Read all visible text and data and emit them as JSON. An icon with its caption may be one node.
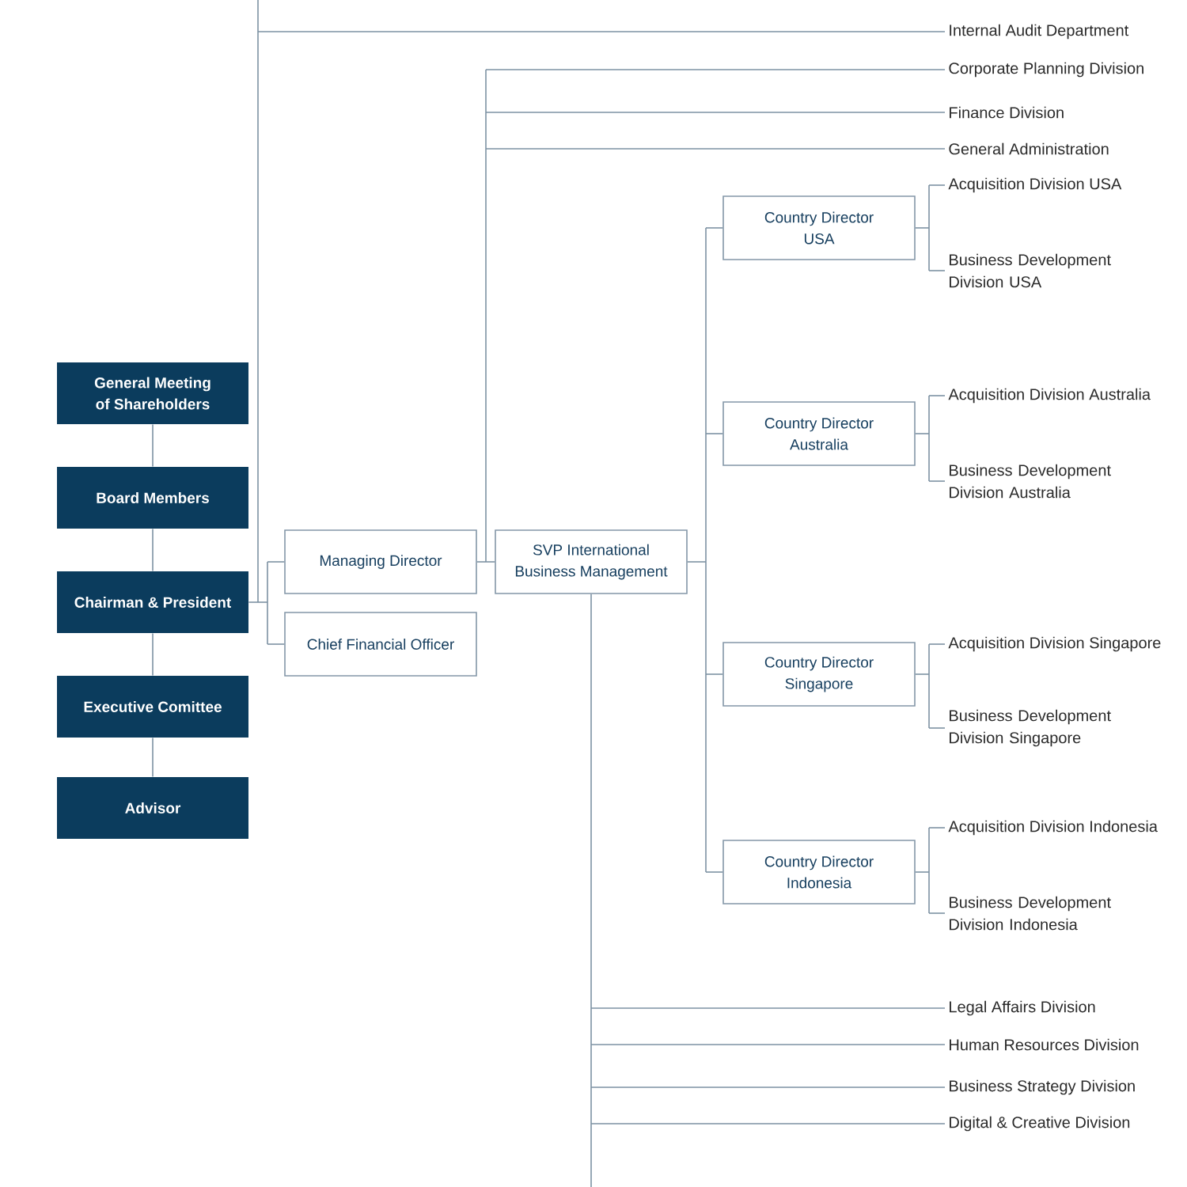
{
  "diagram": {
    "nodes": [
      {
        "text": [
          "General Meeting of Shareholders"
        ]
      },
      {
        "text": [
          "Board Members"
        ]
      },
      {
        "text": [
          "Chairman & President"
        ]
      },
      {
        "text": [
          "Executive Comittee"
        ]
      },
      {
        "text": [
          "Advisor"
        ]
      },
      {
        "text": [
          "Managing Director"
        ]
      },
      {
        "text": [
          "Chief Financial Officer"
        ]
      },
      {
        "text": [
          "SVP International Business Management"
        ]
      },
      {
        "text": [
          "Country Director USA"
        ]
      },
      {
        "text": [
          "Country Director Australia"
        ]
      },
      {
        "text": [
          "Country Director Singapore"
        ]
      },
      {
        "text": [
          "Country Director Indonesia"
        ]
      },
      {
        "text": [
          "Internal Audit Department"
        ]
      },
      {
        "text": [
          "Corporate Planning Division"
        ]
      },
      {
        "text": [
          "Finance Division"
        ]
      },
      {
        "text": [
          "General Administration"
        ]
      },
      {
        "text": [
          "Acquisition Division USA"
        ]
      },
      {
        "text": [
          "Business Development Division USA"
        ]
      },
      {
        "text": [
          "Acquisition Division Australia"
        ]
      },
      {
        "text": [
          "Business Development Division Australia"
        ]
      },
      {
        "text": [
          "Acquisition Division Singapore"
        ]
      },
      {
        "text": [
          "Business Development Division Singapore"
        ]
      },
      {
        "text": [
          "Acquisition Division Indonesia"
        ]
      },
      {
        "text": [
          "Business Development Division Indonesia"
        ]
      },
      {
        "text": [
          "Legal Affairs Division"
        ]
      },
      {
        "text": [
          "Human Resources Division"
        ]
      },
      {
        "text": [
          "Business Strategy Division"
        ]
      },
      {
        "text": [
          "Digital & Creative Division"
        ]
      }
    ],
    "edges": [
      {
        "from": 0,
        "to": 1,
        "arrow": "none"
      },
      {
        "from": 1,
        "to": 2,
        "arrow": "none"
      },
      {
        "from": 2,
        "to": 3,
        "arrow": "none"
      },
      {
        "from": 3,
        "to": 4,
        "arrow": "none"
      },
      {
        "from": 2,
        "to": 12,
        "arrow": "none"
      },
      {
        "from": 2,
        "to": null,
        "arrow": "none"
      },
      {
        "from": 2,
        "to": 5,
        "arrow": "none"
      },
      {
        "from": 2,
        "to": 6,
        "arrow": "none"
      },
      {
        "from": 5,
        "to": 7,
        "arrow": "none"
      },
      {
        "from": 5,
        "to": 13,
        "arrow": "none"
      },
      {
        "from": 5,
        "to": 14,
        "arrow": "none"
      },
      {
        "from": 5,
        "to": 15,
        "arrow": "none"
      },
      {
        "from": 7,
        "to": 8,
        "arrow": "none"
      },
      {
        "from": 7,
        "to": 9,
        "arrow": "none"
      },
      {
        "from": 7,
        "to": 10,
        "arrow": "none"
      },
      {
        "from": 7,
        "to": 11,
        "arrow": "none"
      },
      {
        "from": 8,
        "to": 16,
        "arrow": "none"
      },
      {
        "from": 8,
        "to": 17,
        "arrow": "none"
      },
      {
        "from": 9,
        "to": 18,
        "arrow": "none"
      },
      {
        "from": 9,
        "to": 19,
        "arrow": "none"
      },
      {
        "from": 10,
        "to": 20,
        "arrow": "none"
      },
      {
        "from": 10,
        "to": 21,
        "arrow": "none"
      },
      {
        "from": 11,
        "to": 22,
        "arrow": "none"
      },
      {
        "from": 11,
        "to": 23,
        "arrow": "none"
      },
      {
        "from": 7,
        "to": 24,
        "arrow": "none"
      },
      {
        "from": 7,
        "to": 25,
        "arrow": "none"
      },
      {
        "from": 7,
        "to": 26,
        "arrow": "none"
      },
      {
        "from": 7,
        "to": 27,
        "arrow": "none"
      },
      {
        "from": 7,
        "to": null,
        "arrow": "none"
      }
    ]
  }
}
